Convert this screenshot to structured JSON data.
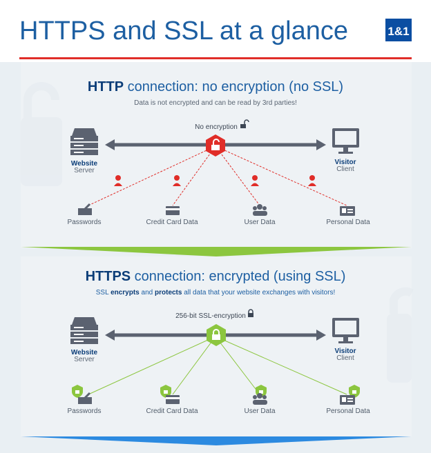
{
  "header": {
    "title": "HTTPS and SSL at a glance",
    "logo_text": "1&1"
  },
  "colors": {
    "title_blue": "#1d5fa2",
    "dark_blue": "#0b3d78",
    "red": "#e02d28",
    "green": "#8cc63f",
    "gray": "#5b6270",
    "text_gray": "#5a6573",
    "brand_blue": "#0b4ea2"
  },
  "http": {
    "title_bold": "HTTP",
    "title_rest": " connection: no encryption (no SSL)",
    "subtitle": "Data is not encrypted and can be read by 3rd parties!",
    "arrow_label": "No encryption",
    "server": {
      "bold": "Website",
      "sub": "Server"
    },
    "client": {
      "bold": "Visitor",
      "sub": "Client"
    },
    "items": [
      "Passwords",
      "Credit Card Data",
      "User Data",
      "Personal Data"
    ]
  },
  "https": {
    "title_bold": "HTTPS",
    "title_rest": " connection: encrypted (using SSL)",
    "sub_1": "SSL ",
    "sub_2": "encrypts",
    "sub_3": " and ",
    "sub_4": "protects",
    "sub_5": " all data that your website exchanges with visitors!",
    "arrow_label": "256-bit SSL-encryption",
    "server": {
      "bold": "Website",
      "sub": "Server"
    },
    "client": {
      "bold": "Visitor",
      "sub": "Client"
    },
    "items": [
      "Passwords",
      "Credit Card Data",
      "User Data",
      "Personal Data"
    ]
  }
}
